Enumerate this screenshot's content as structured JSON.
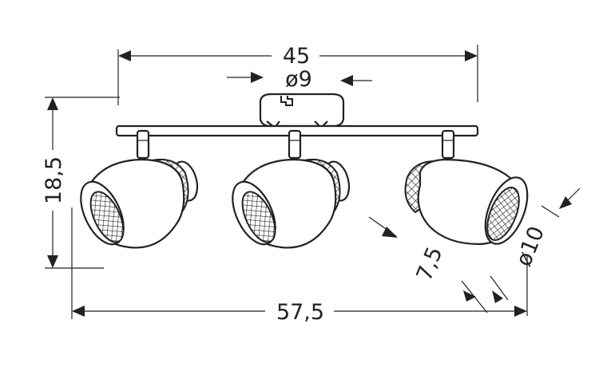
{
  "dimensions": {
    "mount_width": "45",
    "canopy_diameter": "ø9",
    "height": "18,5",
    "total_length": "57,5",
    "shade_depth": "7,5",
    "shade_diameter": "ø10"
  },
  "colors": {
    "line": "#222222",
    "background": "#ffffff"
  }
}
